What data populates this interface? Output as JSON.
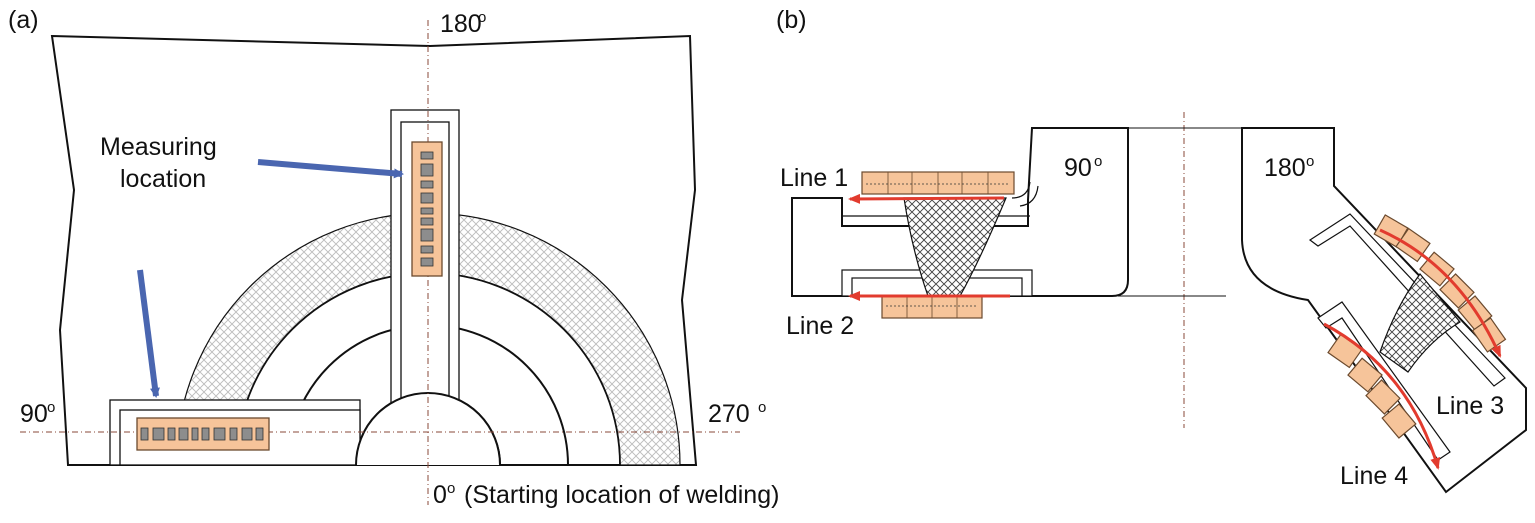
{
  "panel_a": {
    "label": "(a)",
    "angle_top": "180",
    "angle_left": "90",
    "angle_right": "270",
    "angle_bottom": "0",
    "degree_mark": "o",
    "bottom_caption": "(Starting location of welding)",
    "measuring_line1": "Measuring",
    "measuring_line2": "location"
  },
  "panel_b": {
    "label": "(b)",
    "angle_left": "90",
    "angle_right": "180",
    "degree_mark": "o",
    "line1": "Line 1",
    "line2": "Line 2",
    "line3": "Line 3",
    "line4": "Line 4"
  },
  "colors": {
    "gauge_fill": "#f6c49a",
    "gauge_stroke": "#6b4a2e",
    "arrow_blue": "#4a66b0",
    "arrow_red": "#e23b2e",
    "weld_hatch": "#bbbbbb",
    "outline": "#111111"
  }
}
